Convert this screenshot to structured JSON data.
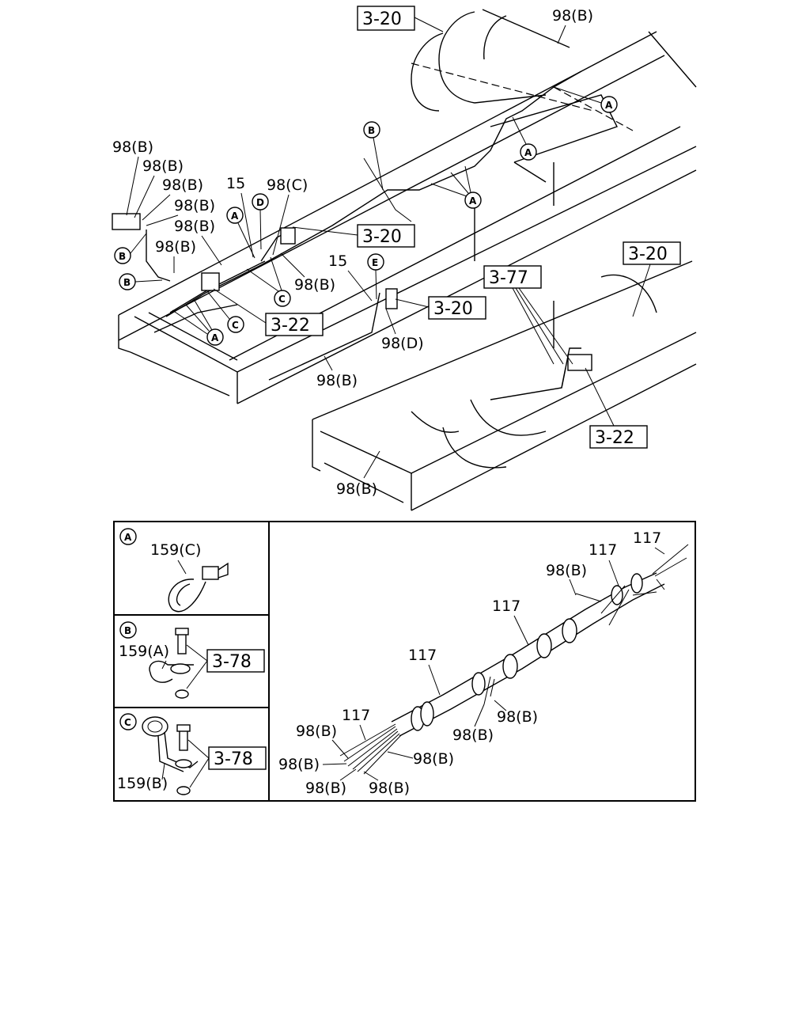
{
  "labels": {
    "ref_3_20_top": "3-20",
    "ref_3_20_mid": "3-20",
    "ref_3_20_right": "3-20",
    "ref_3_20_far": "3-20",
    "ref_3_22_left": "3-22",
    "ref_3_22_right": "3-22",
    "ref_3_77": "3-77",
    "ref_3_78_b": "3-78",
    "ref_3_78_c": "3-78",
    "p98b": "98(B)",
    "p98c": "98(C)",
    "p98d": "98(D)",
    "p15": "15",
    "p117": "117",
    "p159a": "159(A)",
    "p159b": "159(B)",
    "p159c": "159(C)",
    "circ_a": "A",
    "circ_b": "B",
    "circ_c": "C",
    "circ_d": "D",
    "circ_e": "E"
  }
}
